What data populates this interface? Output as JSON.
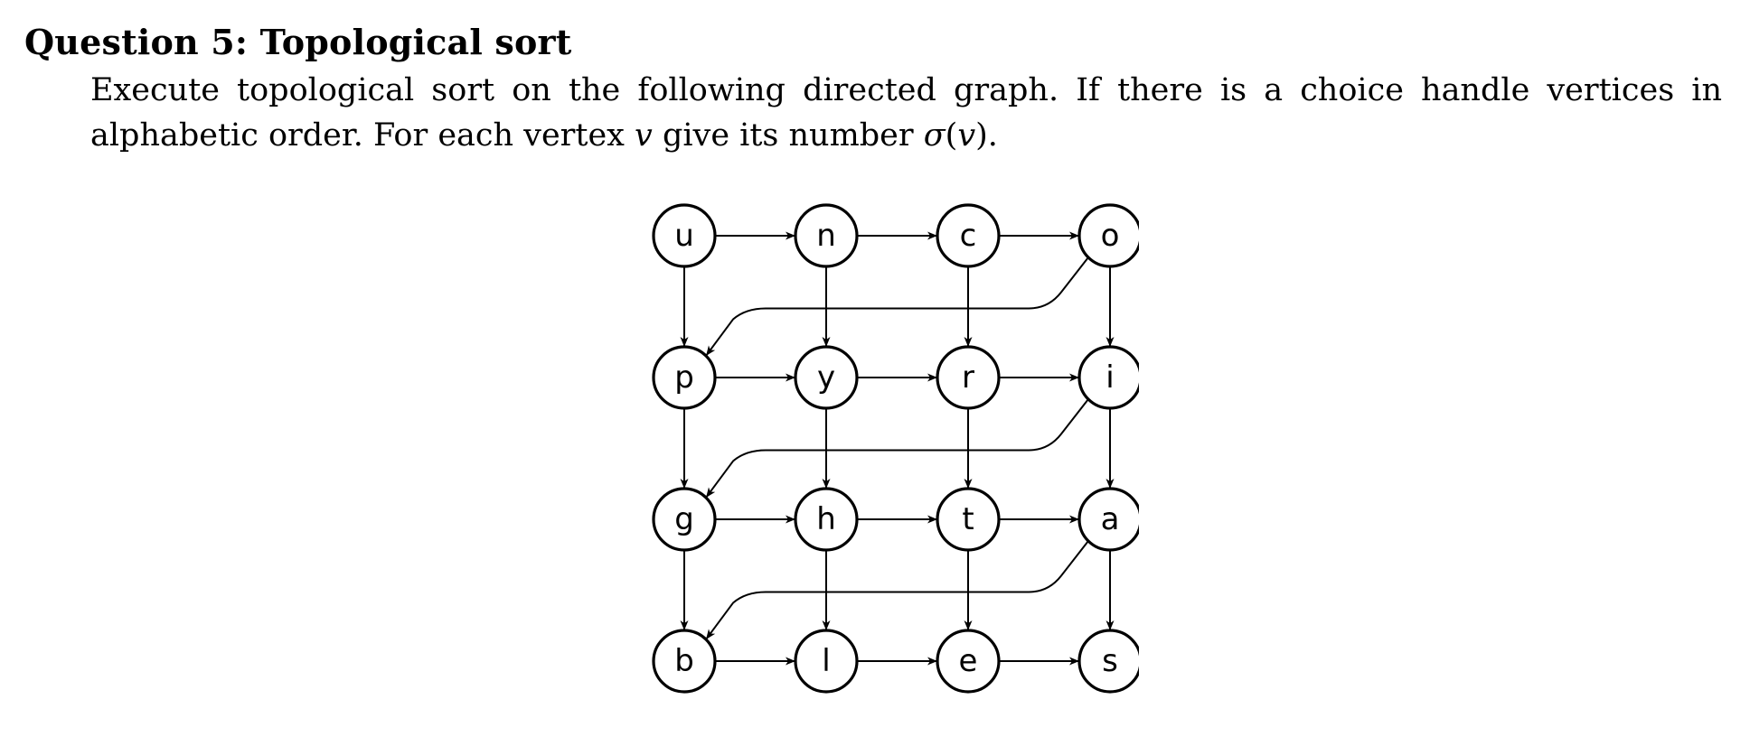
{
  "question": {
    "title": "Question 5: Topological sort",
    "line1": "Execute topological sort on the following directed graph. If there is a choice handle vertices in",
    "line2_prefix": "alphabetic order. For each vertex ",
    "line2_var": "v",
    "line2_mid": " give its number ",
    "line2_sigma": "σ",
    "line2_open": "(",
    "line2_var2": "v",
    "line2_close": ")",
    "line2_end": "."
  },
  "graph": {
    "rows": [
      [
        "u",
        "n",
        "c",
        "o"
      ],
      [
        "p",
        "y",
        "r",
        "i"
      ],
      [
        "g",
        "h",
        "t",
        "a"
      ],
      [
        "b",
        "l",
        "e",
        "s"
      ]
    ],
    "edges": [
      [
        "u",
        "n"
      ],
      [
        "n",
        "c"
      ],
      [
        "c",
        "o"
      ],
      [
        "p",
        "y"
      ],
      [
        "y",
        "r"
      ],
      [
        "r",
        "i"
      ],
      [
        "g",
        "h"
      ],
      [
        "h",
        "t"
      ],
      [
        "t",
        "a"
      ],
      [
        "b",
        "l"
      ],
      [
        "l",
        "e"
      ],
      [
        "e",
        "s"
      ],
      [
        "u",
        "p"
      ],
      [
        "n",
        "y"
      ],
      [
        "c",
        "r"
      ],
      [
        "o",
        "i"
      ],
      [
        "p",
        "g"
      ],
      [
        "y",
        "h"
      ],
      [
        "r",
        "t"
      ],
      [
        "i",
        "a"
      ],
      [
        "g",
        "b"
      ],
      [
        "h",
        "l"
      ],
      [
        "t",
        "e"
      ],
      [
        "a",
        "s"
      ],
      [
        "o",
        "p"
      ],
      [
        "i",
        "g"
      ],
      [
        "a",
        "b"
      ]
    ]
  }
}
